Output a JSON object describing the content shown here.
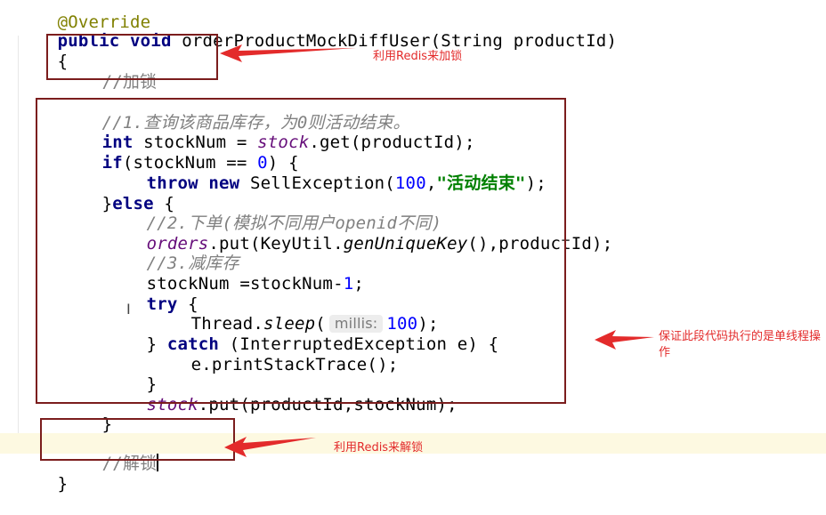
{
  "code": {
    "annotation": "@Override",
    "method_kw1": "public",
    "method_kw2": "void",
    "method_sig": "orderProductMockDiffUser(String productId)",
    "open_brace": "{",
    "comment_lock": "//加锁",
    "comment_step1": "//1.查询该商品库存，为0则活动结束。",
    "int_kw": "int",
    "stock_decl_a": "stockNum = ",
    "stock_field": "stock",
    "stock_decl_b": ".get(productId);",
    "if_kw": "if",
    "if_a": "(stockNum == ",
    "zero": "0",
    "if_b": ") {",
    "throw_kw": "throw",
    "new_kw": "new",
    "throw_a": "SellException(",
    "num_100": "100",
    "comma": ",",
    "str_end": "\"活动结束\"",
    "throw_b": ");",
    "else_a": "}",
    "else_kw": "else",
    "else_b": " {",
    "comment_step2": "//2.下单(模拟不同用户openid不同)",
    "orders_field": "orders",
    "orders_a": ".put(KeyUtil.",
    "gen_key": "genUniqueKey",
    "orders_b": "(),productId);",
    "comment_step3": "//3.减库存",
    "decrement_a": "stockNum =stockNum-",
    "one": "1",
    "decrement_b": ";",
    "try_kw": "try",
    "try_b": " {",
    "sleep_a": "Thread.",
    "sleep_method": "sleep",
    "sleep_paren": "(",
    "hint_millis": "millis:",
    "sleep_b": ");",
    "catch_a": "} ",
    "catch_kw": "catch",
    "catch_b": " (InterruptedException e) {",
    "print_trace": "e.printStackTrace();",
    "close_brace": "}",
    "put_b": ".put(productId,stockNum);",
    "comment_unlock": "//解锁"
  },
  "notes": {
    "lock": "利用Redis来加锁",
    "single_thread": "保证此段代码执行的是单线程操作",
    "unlock": "利用Redis来解锁"
  },
  "colors": {
    "keyword": "#000080",
    "field": "#660e7a",
    "number": "#0000ff",
    "string": "#008000",
    "comment": "#808080",
    "box": "#7b1d1d",
    "note": "#e32b2b"
  }
}
